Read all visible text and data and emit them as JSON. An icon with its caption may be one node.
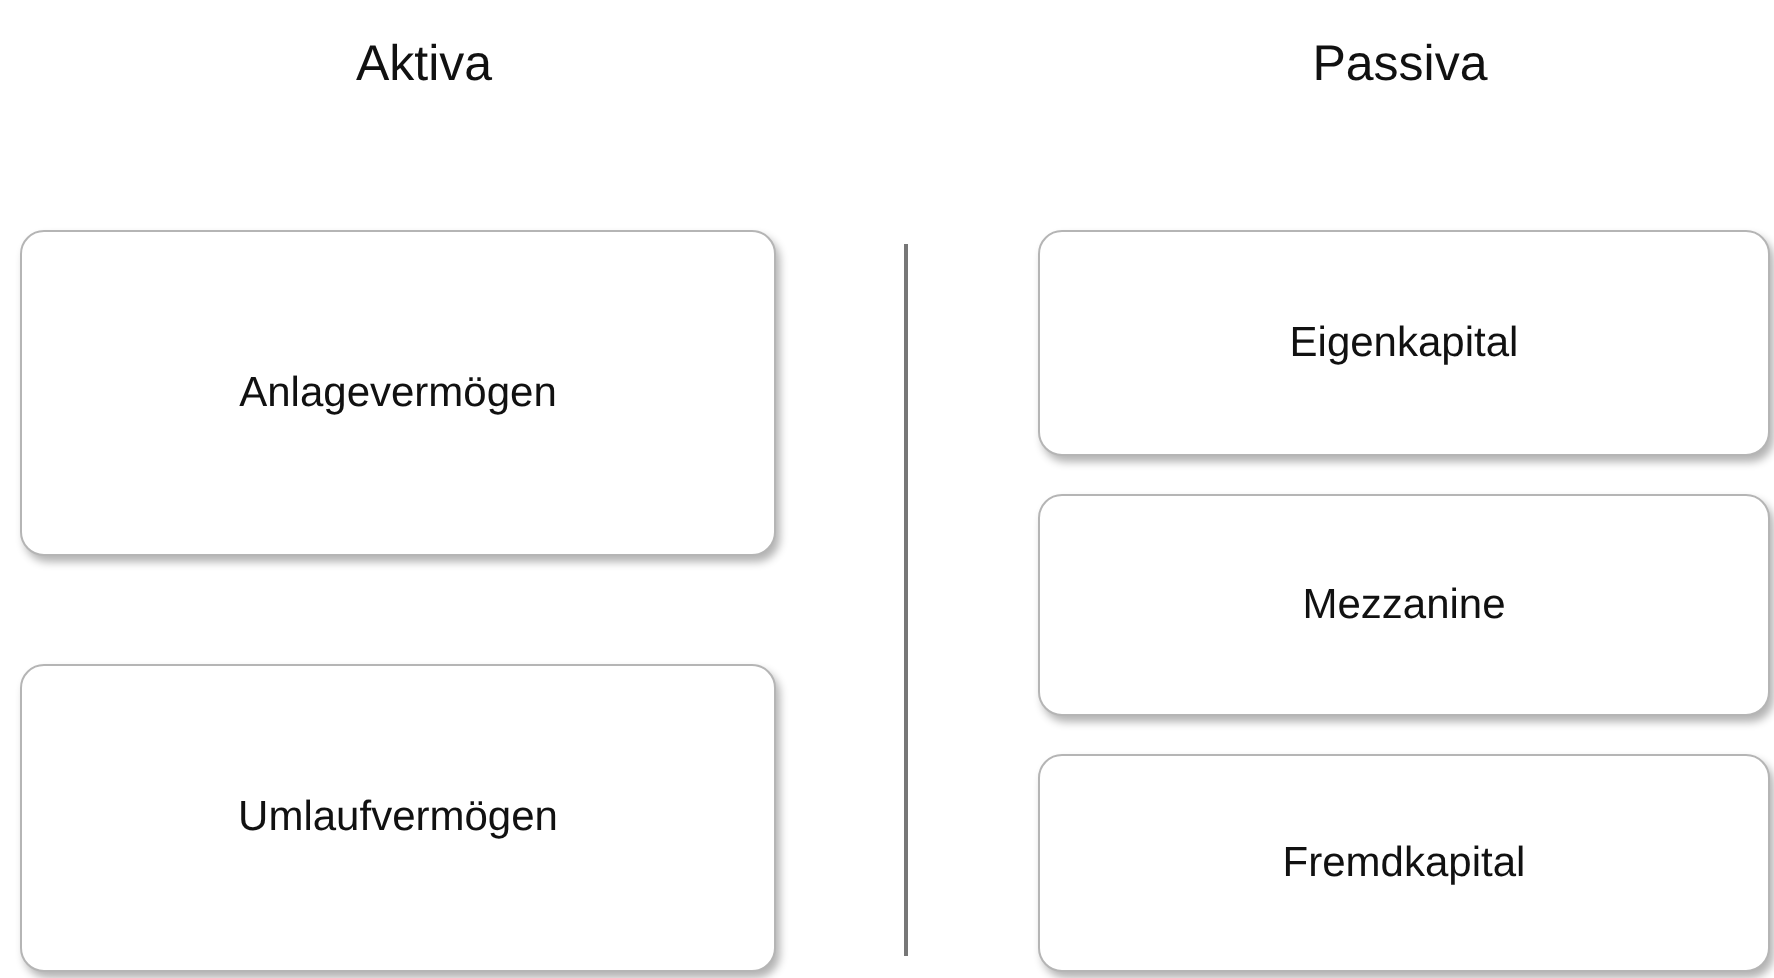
{
  "diagram": {
    "nodes": [
      {
        "text": [
          "Anlagevermögen"
        ]
      },
      {
        "text": [
          "Umlaufvermögen"
        ]
      },
      {
        "text": [
          "Eigenkapital"
        ]
      },
      {
        "text": [
          "Mezzanine"
        ]
      },
      {
        "text": [
          "Fremdkapital"
        ]
      }
    ],
    "labels": [
      "Aktiva",
      "Passiva"
    ]
  }
}
